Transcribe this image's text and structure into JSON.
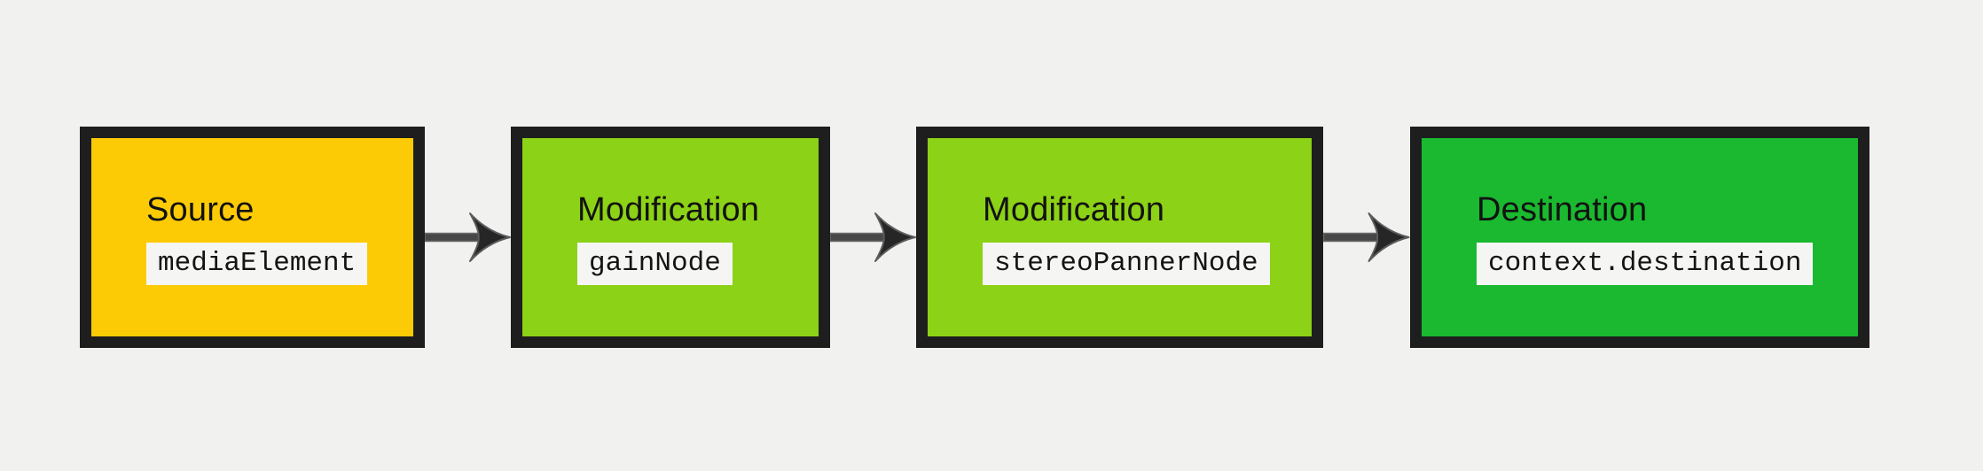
{
  "diagram": {
    "type": "flow",
    "description_visible_text_only": "Source mediaElement -> Modification gainNode -> Modification stereoPannerNode -> Destination context.destination",
    "nodes": [
      {
        "role": "Source",
        "code": "mediaElement",
        "fill": "#FDCB05"
      },
      {
        "role": "Modification",
        "code": "gainNode",
        "fill": "#8CD216"
      },
      {
        "role": "Modification",
        "code": "stereoPannerNode",
        "fill": "#8CD216"
      },
      {
        "role": "Destination",
        "code": "context.destination",
        "fill": "#1AB92F"
      }
    ],
    "arrows": [
      {
        "from": 0,
        "to": 1
      },
      {
        "from": 1,
        "to": 2
      },
      {
        "from": 2,
        "to": 3
      }
    ],
    "colors": {
      "background": "#F1F1F0",
      "node_border": "#1E1E1E",
      "source_fill": "#FDCB05",
      "modification_fill": "#8CD216",
      "destination_fill": "#1AB92F",
      "code_chip_background": "#F5F5F3",
      "label_text": "#121212",
      "code_text": "#141414",
      "arrow_shaft": "#474747",
      "arrow_head_fill": "#262626",
      "arrow_head_stroke": "#5C5C5C"
    }
  }
}
